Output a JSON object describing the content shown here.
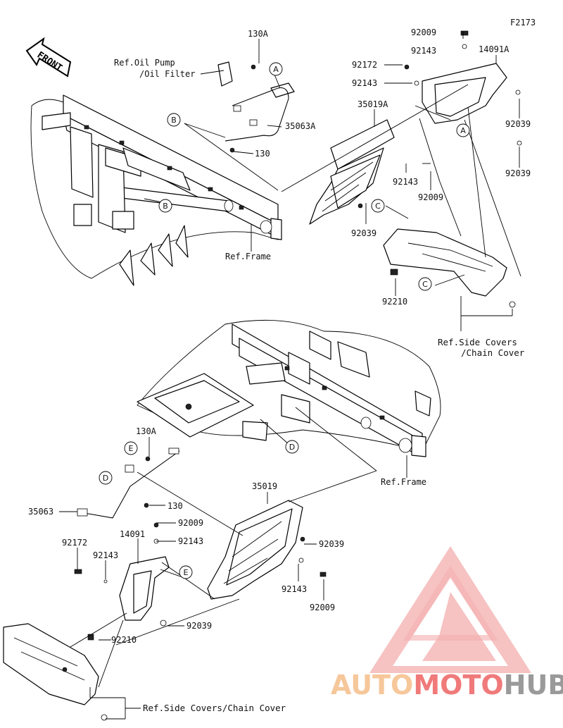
{
  "figure_code": "F2173",
  "front_label": "FRONT",
  "upper": {
    "labels": {
      "p130A": "130A",
      "oil_ref_1": "Ref.Oil Pump",
      "oil_ref_2": "/Oil Filter",
      "p35063A": "35063A",
      "p130": "130",
      "p35019A": "35019A",
      "p92143_a": "92143",
      "p92009_a": "92009",
      "p92039_a": "92039",
      "frame_ref": "Ref.Frame",
      "p92009_top": "92009",
      "p92143_top": "92143",
      "p14091A": "14091A",
      "p92172": "92172",
      "p92143_mid": "92143",
      "p92039_r1": "92039",
      "p92039_r2": "92039",
      "p92210": "92210",
      "side_ref_1": "Ref.Side Covers",
      "side_ref_2": "/Chain Cover"
    },
    "callouts": [
      "A",
      "B",
      "C"
    ]
  },
  "lower": {
    "labels": {
      "p130A": "130A",
      "p35063": "35063",
      "p130": "130",
      "p92009_a": "92009",
      "p92143_a": "92143",
      "p14091": "14091",
      "p92172": "92172",
      "p92143_b": "92143",
      "p35019": "35019",
      "p92039_a": "92039",
      "p92143_c": "92143",
      "p92009_b": "92009",
      "p92039_b": "92039",
      "p92210": "92210",
      "frame_ref": "Ref.Frame",
      "side_ref": "Ref.Side Covers/Chain Cover"
    },
    "callouts": [
      "D",
      "E"
    ]
  },
  "watermark": {
    "word_part1": "AUTO",
    "word_part2": "MOTO",
    "word_part3": "HUB",
    "color_light": "#f8c9a0",
    "color_red": "#f07a7a",
    "color_gray": "#9a9a9a"
  }
}
